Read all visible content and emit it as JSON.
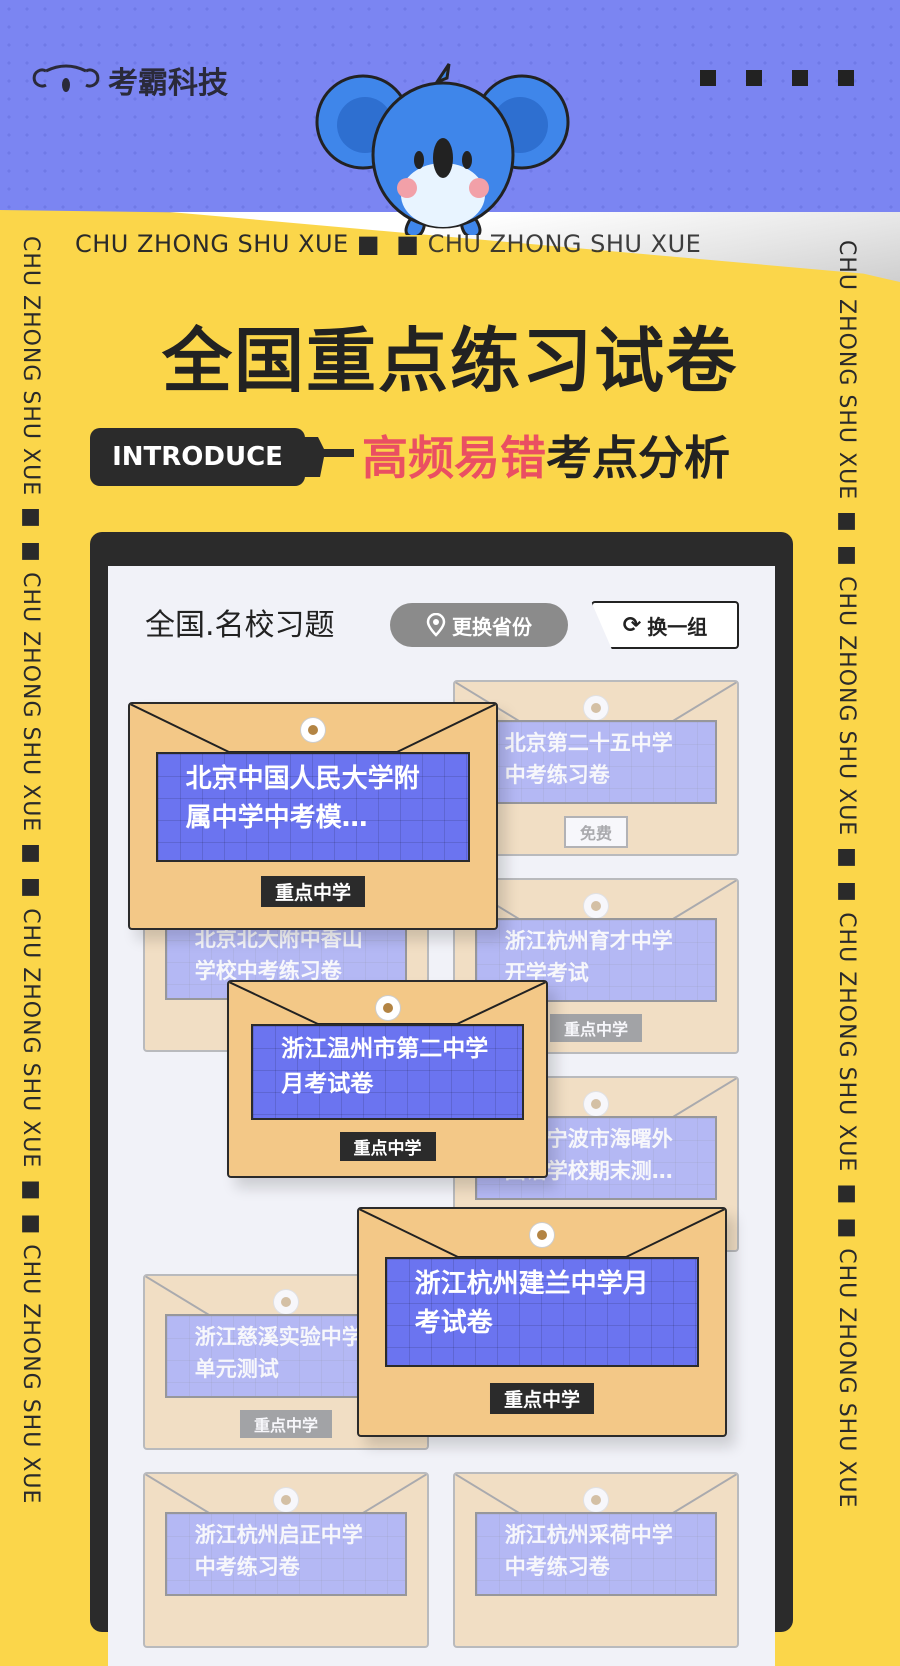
{
  "brand": {
    "name": "考霸科技"
  },
  "band_text": "CHU ZHONG SHU XUE",
  "title": "全国重点练习试卷",
  "introduce": "INTRODUCE",
  "subtitle": {
    "highlight": "高频易错",
    "rest": "考点分析"
  },
  "colors": {
    "header_bg": "#7b85f2",
    "page_bg": "#fbd64a",
    "accent": "#ea4f62",
    "label_bg": "#6b74f0",
    "envelope": "#f3c887"
  },
  "panel": {
    "title": "全国.名校习题",
    "change_province": "更换省份",
    "refresh": "换一组"
  },
  "cards": [
    {
      "name": "北京中国人民大学附属中学中考模…",
      "tag": "重点中学"
    },
    {
      "name": "北京第二十五中学中考练习卷",
      "tag": "免费"
    },
    {
      "name": "北京北大附中香山学校中考练习卷",
      "tag": ""
    },
    {
      "name": "浙江杭州育才中学开学考试",
      "tag": "重点中学"
    },
    {
      "name": "浙江温州市第二中学月考试卷",
      "tag": "重点中学"
    },
    {
      "name": "浙江宁波市海曙外国语学校期末测…",
      "tag": ""
    },
    {
      "name": "浙江杭州建兰中学月考试卷",
      "tag": "重点中学"
    },
    {
      "name": "浙江慈溪实验中学单元测试",
      "tag": "重点中学"
    },
    {
      "name": "浙江杭州启正中学中考练习卷",
      "tag": ""
    },
    {
      "name": "浙江杭州采荷中学中考练习卷",
      "tag": ""
    }
  ]
}
